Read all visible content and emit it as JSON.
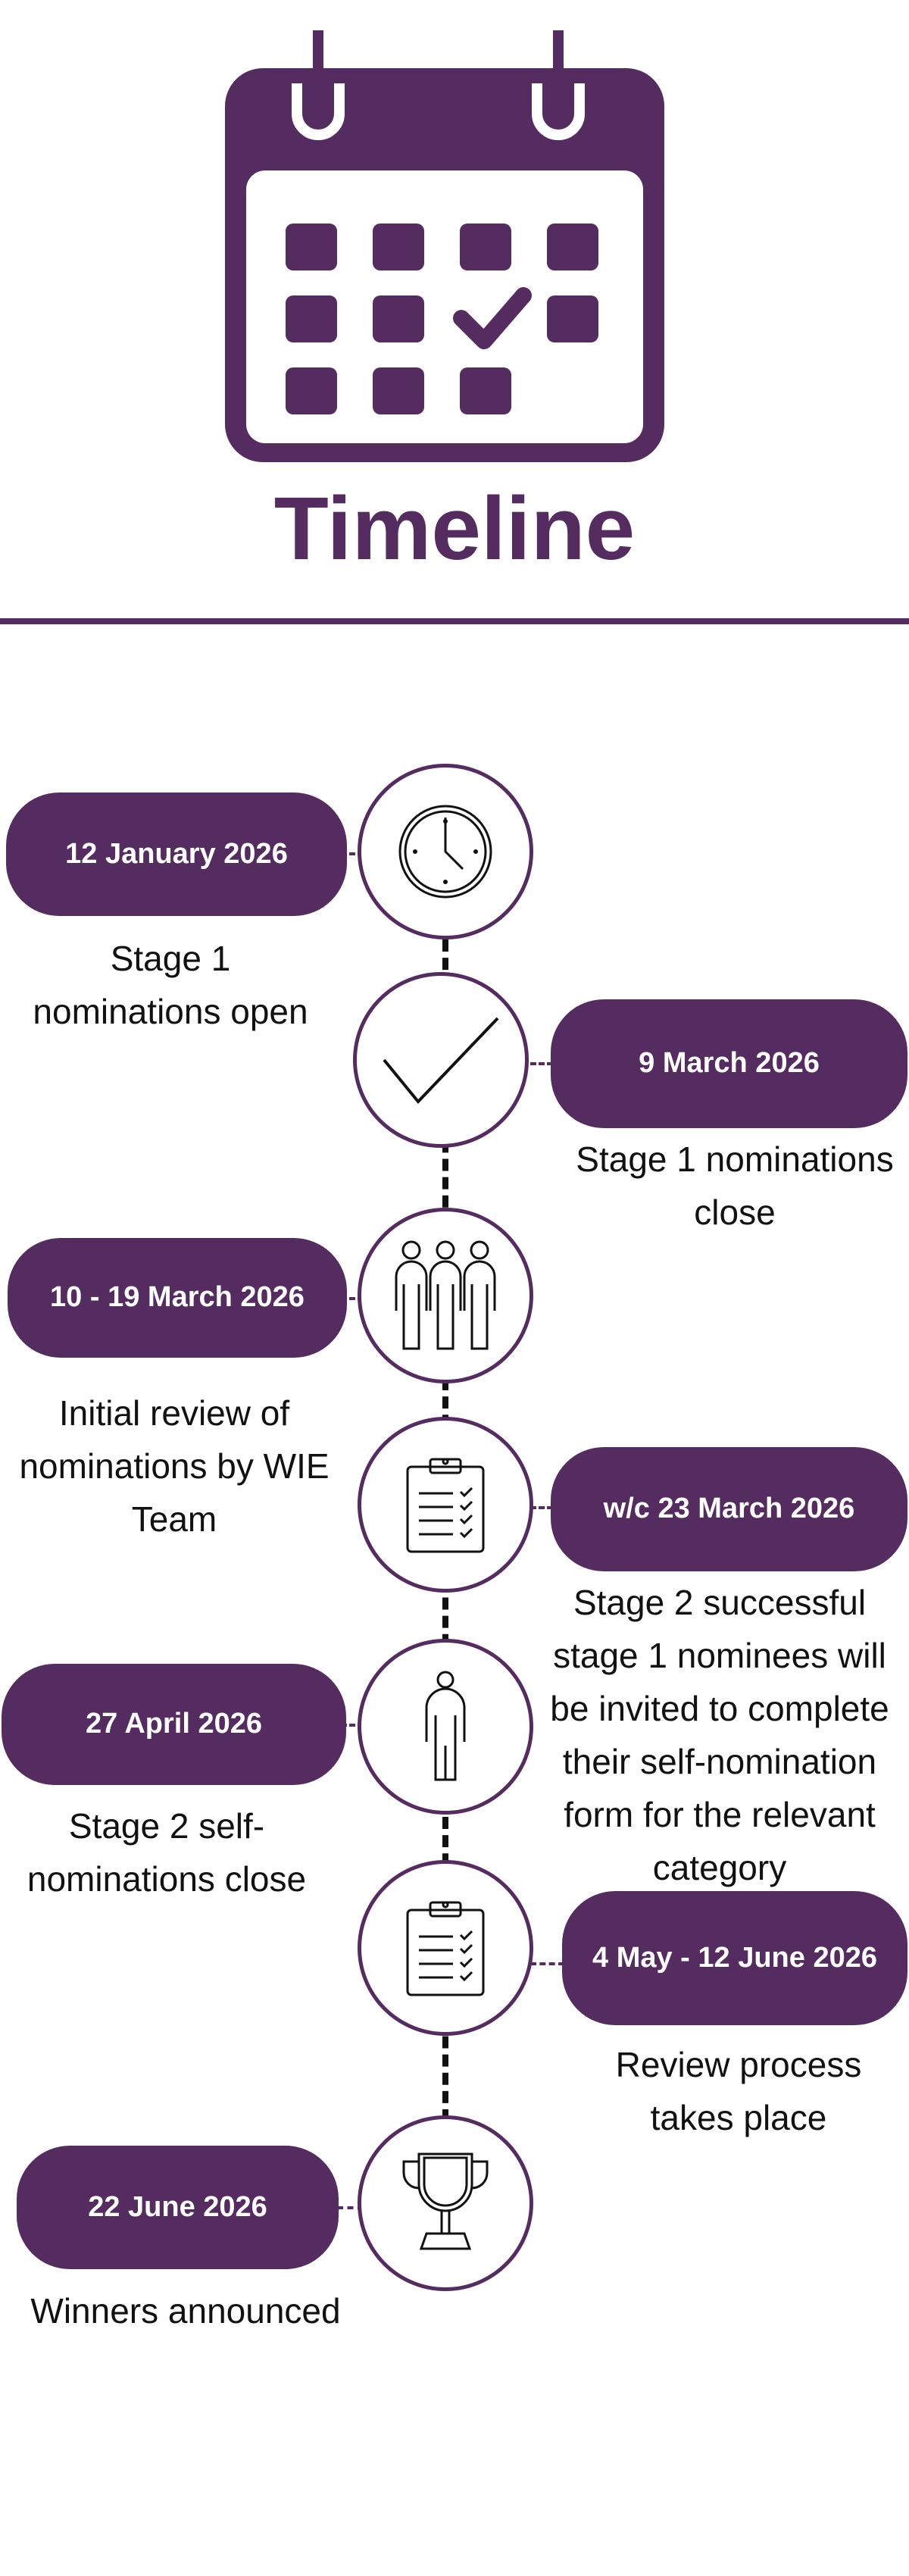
{
  "header": {
    "title": "Timeline",
    "icon": "calendar-check-icon"
  },
  "colors": {
    "accent": "#552c60",
    "text": "#111111"
  },
  "events": [
    {
      "date": "12 January 2026",
      "description": "Stage 1 nominations open",
      "icon": "clock-icon"
    },
    {
      "date": "9 March 2026",
      "description": "Stage 1 nominations close",
      "icon": "checkmark-icon"
    },
    {
      "date": "10 - 19 March 2026",
      "description": "Initial review of nominations by WIE Team",
      "icon": "people-icon"
    },
    {
      "date": "w/c 23 March 2026",
      "description": "Stage 2 successful stage 1 nominees will be invited to complete their self-nomination form for the relevant category",
      "icon": "clipboard-checklist-icon"
    },
    {
      "date": "27 April 2026",
      "description": "Stage 2 self-nominations close",
      "icon": "person-icon"
    },
    {
      "date": "4 May - 12 June 2026",
      "description": "Review process takes place",
      "icon": "clipboard-checklist-icon"
    },
    {
      "date": "22 June 2026",
      "description": "Winners announced",
      "icon": "trophy-icon"
    }
  ]
}
